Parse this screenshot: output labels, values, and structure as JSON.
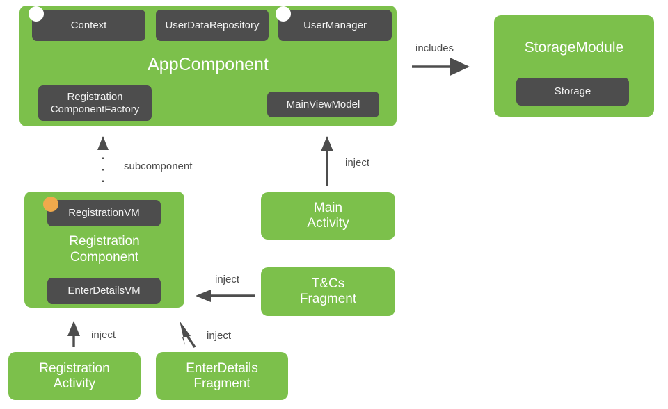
{
  "diagram": {
    "title": "Dagger component dependency diagram",
    "colors": {
      "green": "#7cc04b",
      "dark": "#4d4d4d",
      "white_dot": "#ffffff",
      "orange_dot": "#f0a94c",
      "arrow": "#4d4d4d",
      "background": "#ffffff"
    },
    "components": [
      {
        "id": "app-component",
        "label": "AppComponent",
        "bindings": [
          {
            "id": "context",
            "label": "Context",
            "marker": "white-dot"
          },
          {
            "id": "user-data-repository",
            "label": "UserDataRepository",
            "marker": "none"
          },
          {
            "id": "user-manager",
            "label": "UserManager",
            "marker": "white-dot"
          },
          {
            "id": "registration-component-factory",
            "label": "Registration\nComponentFactory",
            "marker": "none"
          },
          {
            "id": "main-view-model",
            "label": "MainViewModel",
            "marker": "none"
          }
        ]
      },
      {
        "id": "storage-module",
        "label": "StorageModule",
        "bindings": [
          {
            "id": "storage",
            "label": "Storage",
            "marker": "none"
          }
        ]
      },
      {
        "id": "registration-component",
        "label": "Registration\nComponent",
        "bindings": [
          {
            "id": "registration-vm",
            "label": "RegistrationVM",
            "marker": "orange-dot"
          },
          {
            "id": "enter-details-vm",
            "label": "EnterDetailsVM",
            "marker": "none"
          }
        ]
      }
    ],
    "nodes": [
      {
        "id": "main-activity",
        "label": "Main\nActivity"
      },
      {
        "id": "tcs-fragment",
        "label": "T&Cs\nFragment"
      },
      {
        "id": "registration-activity",
        "label": "Registration\nActivity"
      },
      {
        "id": "enter-details-fragment",
        "label": "EnterDetails\nFragment"
      }
    ],
    "edges": [
      {
        "id": "app-includes-storage",
        "label": "includes",
        "from": "app-component",
        "to": "storage-module",
        "style": "solid",
        "direction": "right"
      },
      {
        "id": "registration-subcomponent-app",
        "label": "subcomponent",
        "from": "registration-component",
        "to": "app-component",
        "style": "dotted",
        "direction": "up"
      },
      {
        "id": "main-activity-inject",
        "label": "inject",
        "from": "main-activity",
        "to": "app-component",
        "style": "solid",
        "direction": "up"
      },
      {
        "id": "tcs-fragment-inject",
        "label": "inject",
        "from": "tcs-fragment",
        "to": "registration-component",
        "style": "solid",
        "direction": "left"
      },
      {
        "id": "registration-activity-inject",
        "label": "inject",
        "from": "registration-activity",
        "to": "registration-component",
        "style": "solid",
        "direction": "up"
      },
      {
        "id": "enter-details-fragment-inject",
        "label": "inject",
        "from": "enter-details-fragment",
        "to": "registration-component",
        "style": "solid",
        "direction": "up-left"
      }
    ],
    "labels": {
      "app_component": "AppComponent",
      "storage_module": "StorageModule",
      "storage": "Storage",
      "context": "Context",
      "user_data_repository": "UserDataRepository",
      "user_manager": "UserManager",
      "registration_component_factory_line1": "Registration",
      "registration_component_factory_line2": "ComponentFactory",
      "main_view_model": "MainViewModel",
      "registration_vm": "RegistrationVM",
      "enter_details_vm": "EnterDetailsVM",
      "registration_component_line1": "Registration",
      "registration_component_line2": "Component",
      "main_activity_line1": "Main",
      "main_activity_line2": "Activity",
      "tcs_fragment_line1": "T&Cs",
      "tcs_fragment_line2": "Fragment",
      "registration_activity_line1": "Registration",
      "registration_activity_line2": "Activity",
      "enter_details_fragment_line1": "EnterDetails",
      "enter_details_fragment_line2": "Fragment",
      "includes": "includes",
      "subcomponent": "subcomponent",
      "inject_main": "inject",
      "inject_tcs": "inject",
      "inject_registration_activity": "inject",
      "inject_enter_details": "inject"
    }
  }
}
